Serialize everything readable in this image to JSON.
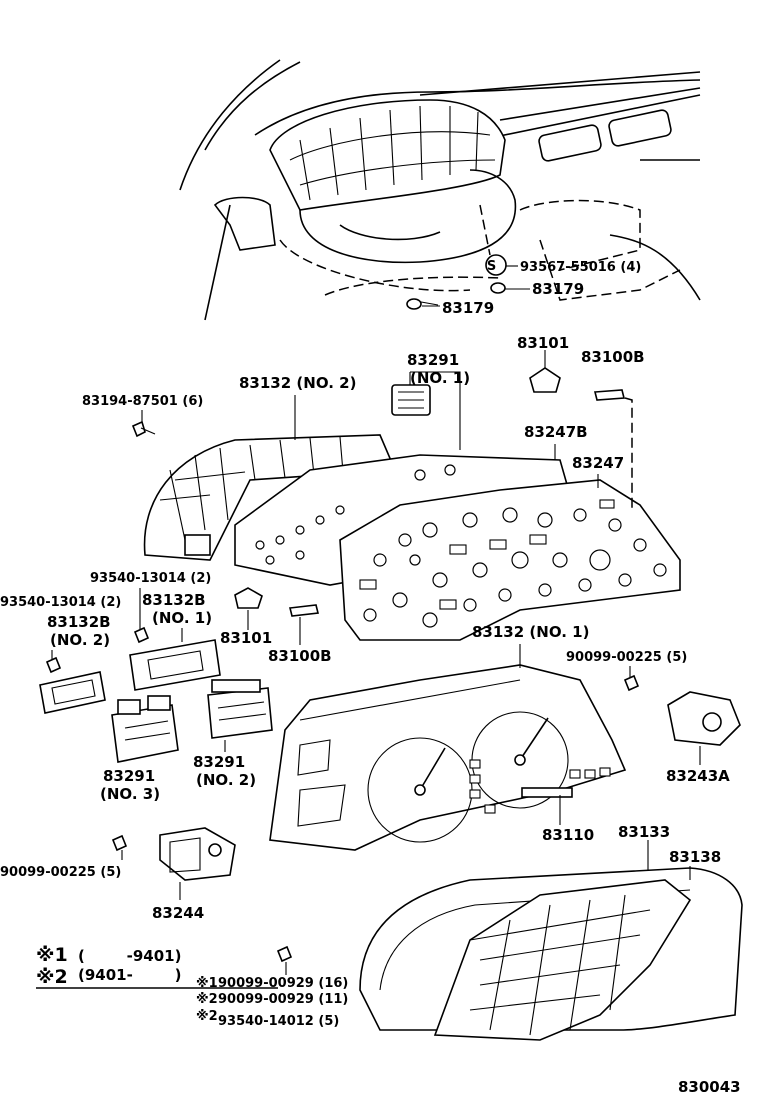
{
  "labels": {
    "p93567": "93567-55016 (4)",
    "p83179a": "83179",
    "p83179b": "83179",
    "p83291_1": "83291",
    "p83291_1_sub": "(NO. 1)",
    "p83101_top": "83101",
    "p83100b_top": "83100B",
    "p83194": "83194-87501 (6)",
    "p83132_2": "83132 (NO. 2)",
    "p83247b": "83247B",
    "p83247": "83247",
    "p93540_a": "93540-13014 (2)",
    "p93540_b": "93540-13014 (2)",
    "p83132b_r": "83132B",
    "p83132b_r_sub": "(NO. 1)",
    "p83132b_l": "83132B",
    "p83132b_l_sub": "(NO. 2)",
    "p83101_mid": "83101",
    "p83100b_mid": "83100B",
    "p83132_1": "83132 (NO. 1)",
    "p90099_225_r": "90099-00225 (5)",
    "p83291_3": "83291",
    "p83291_3_sub": "(NO. 3)",
    "p83291_2": "83291",
    "p83291_2_sub": "(NO. 2)",
    "p83243a": "83243A",
    "p83110": "83110",
    "p83133": "83133",
    "p83138": "83138",
    "p90099_225_l": "90099-00225 (5)",
    "p83244": "83244",
    "p90099_929_16": "90099-00929 (16)",
    "p90099_929_11": "90099-00929 (11)",
    "p93540_14012": "93540-14012 (5)",
    "drawing_number": "830043"
  },
  "legend": {
    "row1_mark": "※1",
    "row1_range": "(        -9401)",
    "row2_mark": "※2",
    "row2_range": "(9401-        )",
    "note_mark_1": "※1",
    "note_mark_2": "※2",
    "note_mark_3": "※2",
    "circle_s": "S"
  }
}
